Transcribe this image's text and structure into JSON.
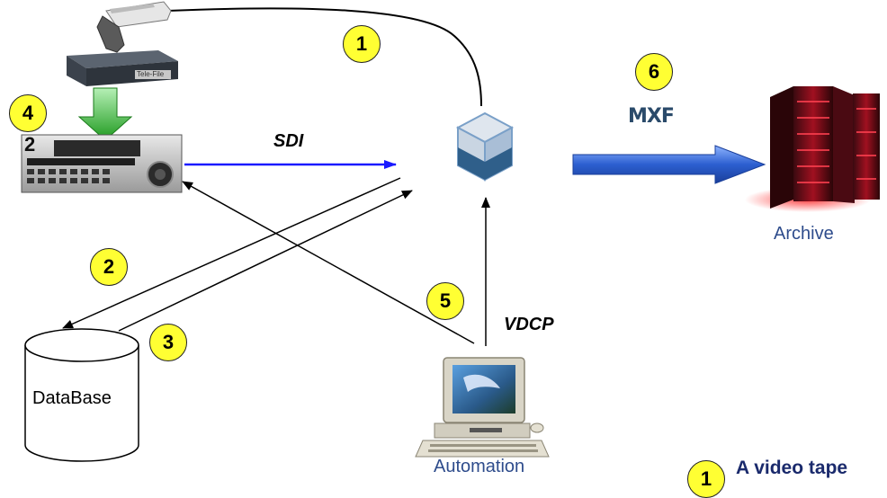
{
  "badges": {
    "b1": "1",
    "b2": "2",
    "b3": "3",
    "b4": "4",
    "b5": "5",
    "b6": "6",
    "legend": "1"
  },
  "labels": {
    "sdi": "SDI",
    "vdcp": "VDCP",
    "archive": "Archive",
    "database": "DataBase",
    "automation": "Automation",
    "mxf": "MXF",
    "reader_brand": "Tele-File",
    "vtr_number": "2"
  },
  "legend": {
    "text": "A video tape"
  },
  "colors": {
    "badge_fill": "#ffff33",
    "sdi_arrow": "#1a1aff",
    "archive_arrow": "#3a6fd8",
    "caption_text": "#2e4c8c",
    "legend_text": "#1a2a6c",
    "server_red": "#a01020"
  }
}
